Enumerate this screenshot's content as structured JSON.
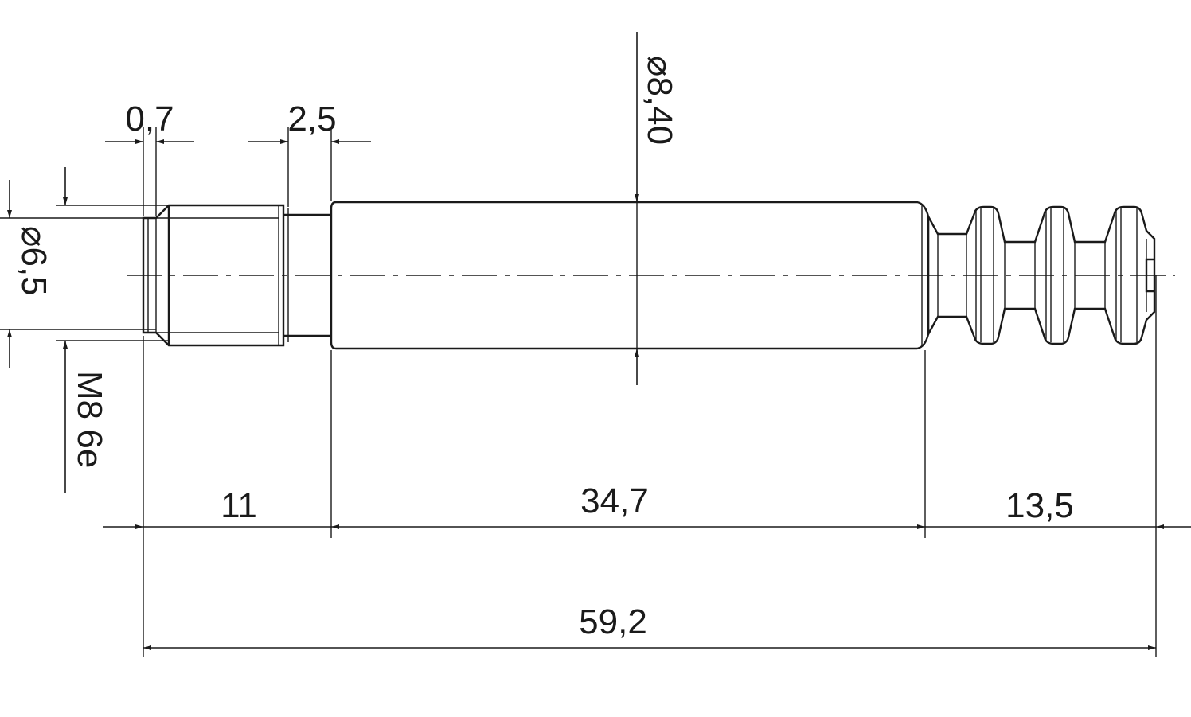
{
  "drawing": {
    "labels": {
      "dim_0_7": "0,7",
      "dim_2_5": "2,5",
      "dim_d8_40": "⌀8,40",
      "dim_d6_5": "⌀6,5",
      "thread": "M8 6e",
      "dim_11": "11",
      "dim_34_7": "34,7",
      "dim_13_5": "13,5",
      "dim_59_2": "59,2"
    }
  }
}
